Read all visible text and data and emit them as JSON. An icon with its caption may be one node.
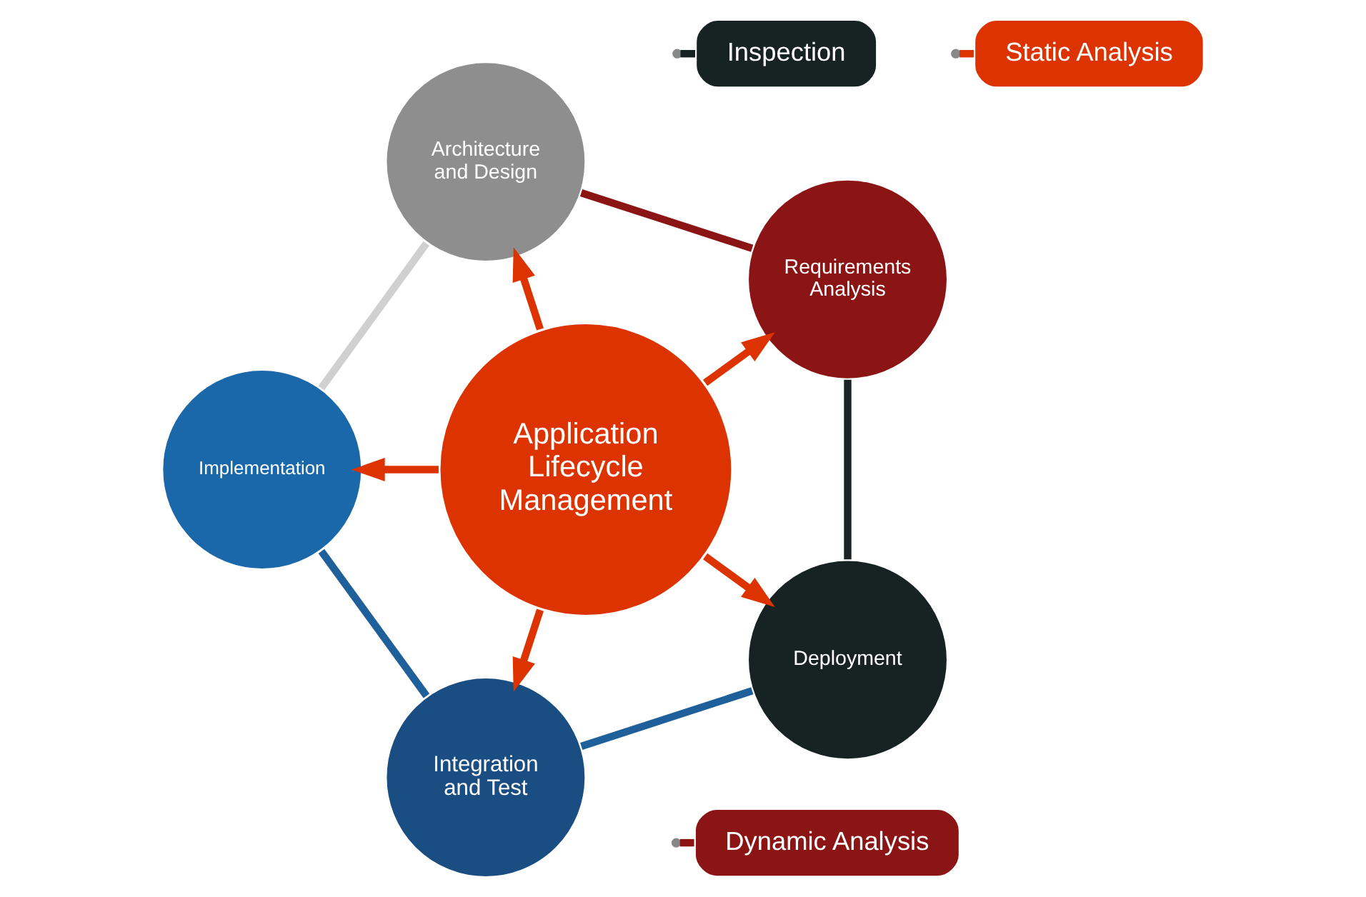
{
  "diagram": {
    "nodes": [
      {
        "text": [
          "Application Lifecycle Management"
        ]
      },
      {
        "text": [
          "Requirements Analysis"
        ]
      },
      {
        "text": [
          "Architecture and Design"
        ]
      },
      {
        "text": [
          "Implementation"
        ]
      },
      {
        "text": [
          "Integration and Test"
        ]
      },
      {
        "text": [
          "Deployment"
        ]
      },
      {
        "text": [
          "Inspection"
        ]
      },
      {
        "text": [
          "Static Analysis"
        ]
      },
      {
        "text": [
          "Dynamic Analysis"
        ]
      }
    ],
    "edges": [
      {
        "from": 0,
        "to": 1,
        "arrow": "to",
        "color": "#dd3300"
      },
      {
        "from": 0,
        "to": 2,
        "arrow": "to",
        "color": "#dd3300"
      },
      {
        "from": 0,
        "to": 3,
        "arrow": "to",
        "color": "#dd3300"
      },
      {
        "from": 0,
        "to": 4,
        "arrow": "to",
        "color": "#dd3300"
      },
      {
        "from": 0,
        "to": 5,
        "arrow": "to",
        "color": "#dd3300"
      },
      {
        "from": 1,
        "to": 2,
        "arrow": "none",
        "color": "#8b1414"
      },
      {
        "from": 2,
        "to": 3,
        "arrow": "none",
        "color": "#d0d0d0"
      },
      {
        "from": 3,
        "to": 4,
        "arrow": "none",
        "color": "#1f5f9a"
      },
      {
        "from": 4,
        "to": 5,
        "arrow": "none",
        "color": "#1f5f9a"
      },
      {
        "from": 5,
        "to": 1,
        "arrow": "none",
        "color": "#1a2424"
      },
      {
        "from": 6,
        "to": null,
        "arrow": "none",
        "color": "#172222"
      },
      {
        "from": 7,
        "to": null,
        "arrow": "none",
        "color": "#dd3300"
      },
      {
        "from": 8,
        "to": null,
        "arrow": "none",
        "color": "#8b1414"
      }
    ]
  }
}
